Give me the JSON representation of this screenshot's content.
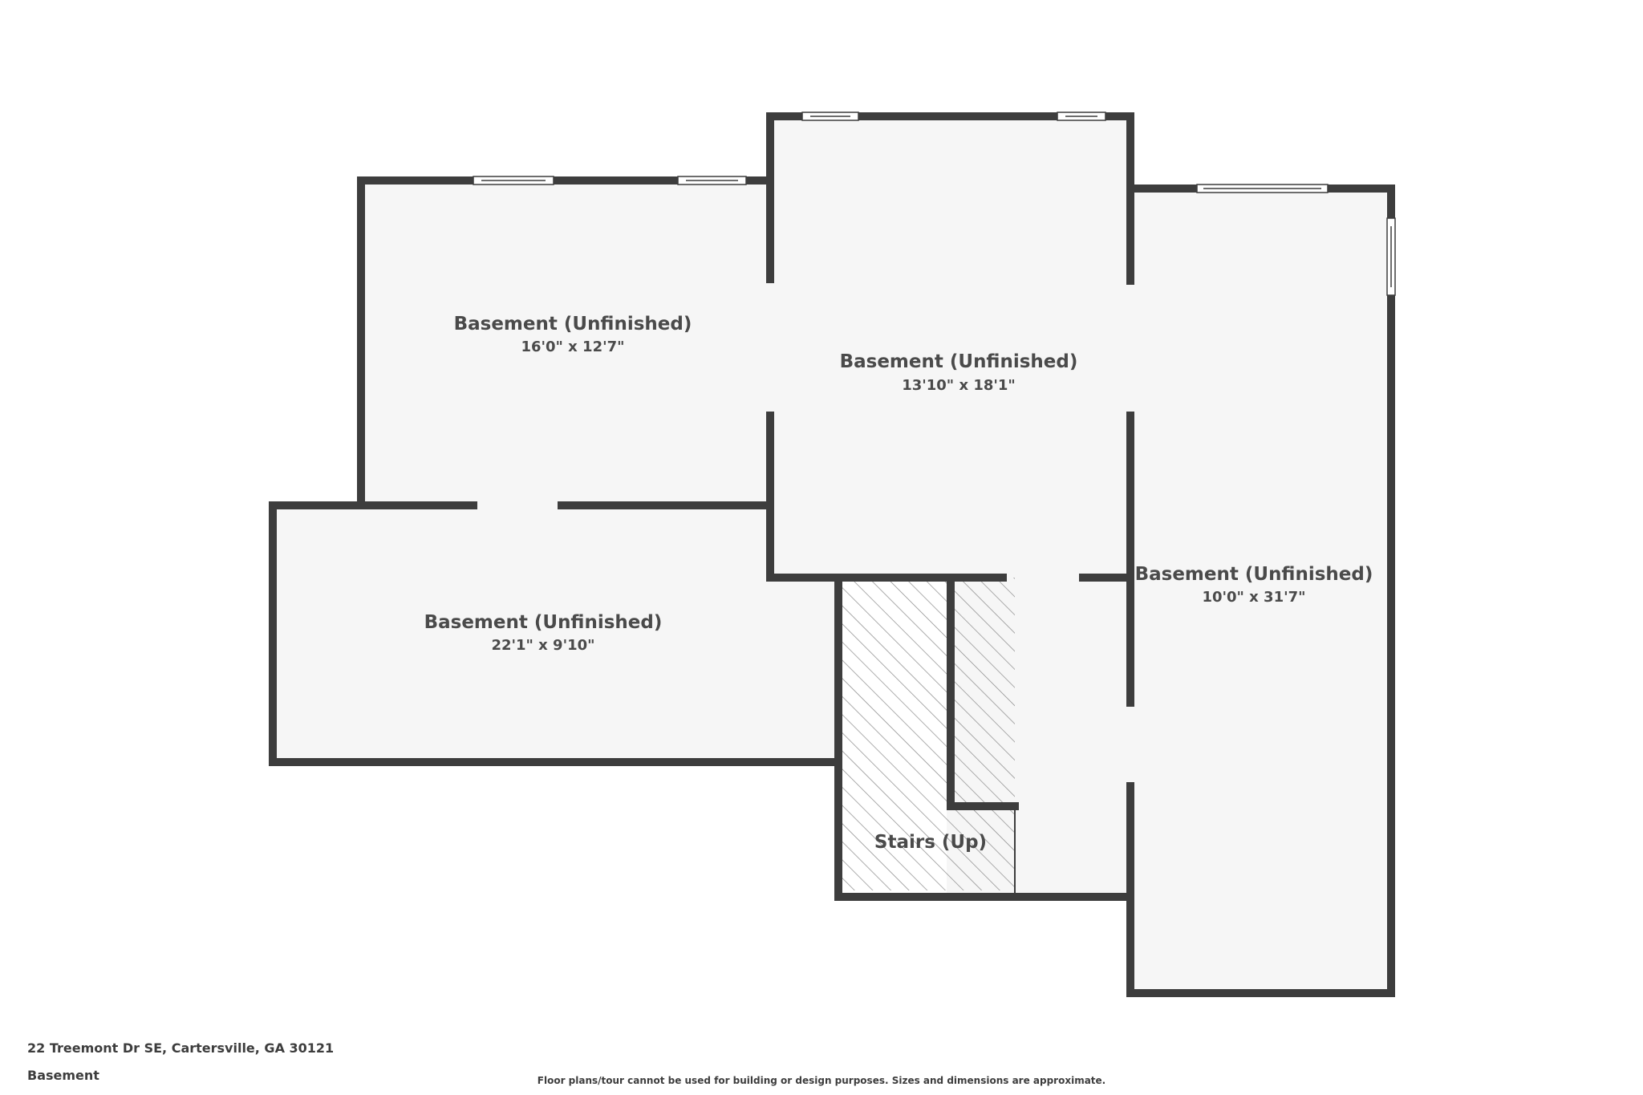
{
  "rooms": [
    {
      "id": "basement-upper-left",
      "name": "Basement (Unfinished)",
      "dimensions": "16'0\" x 12'7\""
    },
    {
      "id": "basement-center",
      "name": "Basement (Unfinished)",
      "dimensions": "13'10\" x 18'1\""
    },
    {
      "id": "basement-right",
      "name": "Basement (Unfinished)",
      "dimensions": "10'0\" x 31'7\""
    },
    {
      "id": "basement-lower-left",
      "name": "Basement (Unfinished)",
      "dimensions": "22'1\" x 9'10\""
    },
    {
      "id": "stairs",
      "name": "Stairs (Up)",
      "dimensions": ""
    }
  ],
  "footer": {
    "address": "22 Treemont Dr SE, Cartersville, GA 30121",
    "floor": "Basement",
    "disclaimer": "Floor plans/tour cannot be used for building or design purposes. Sizes and dimensions are approximate."
  },
  "colors": {
    "wall": "#3d3d3d",
    "floor": "#f6f6f6",
    "stairs_hatch": "#888888",
    "label": "#4a4a4a"
  }
}
